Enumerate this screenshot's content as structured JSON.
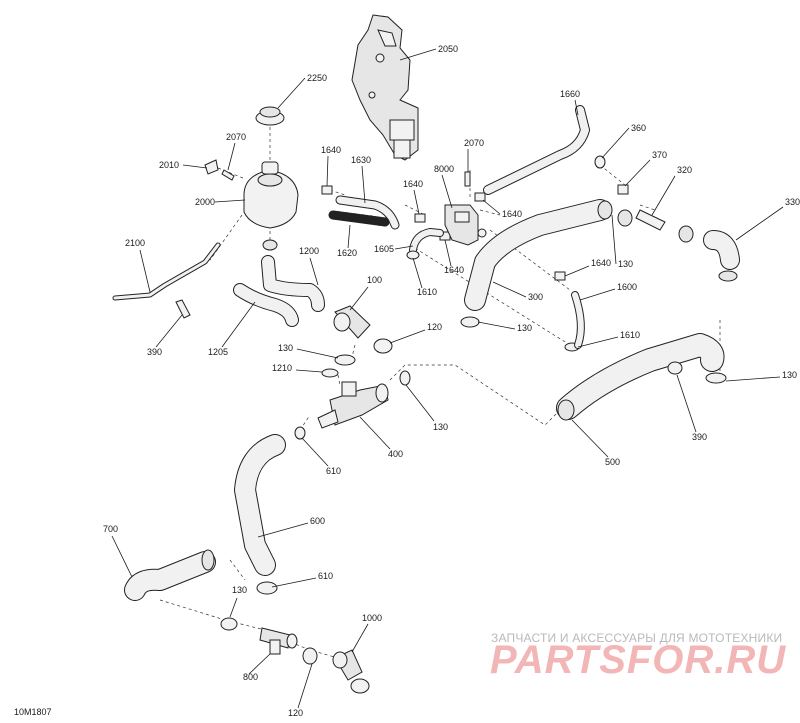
{
  "diagram_code": "10M1807",
  "watermark": {
    "caption": "ЗАПЧАСТИ И АКСЕССУАРЫ ДЛЯ МОТОТЕХНИКИ",
    "logo_text": "PARTSFOR.RU"
  },
  "callouts": [
    {
      "id": "c2050",
      "text": "2050"
    },
    {
      "id": "c2250",
      "text": "2250"
    },
    {
      "id": "c1660",
      "text": "1660"
    },
    {
      "id": "c2070a",
      "text": "2070"
    },
    {
      "id": "c360",
      "text": "360"
    },
    {
      "id": "c2010",
      "text": "2010"
    },
    {
      "id": "c1640a",
      "text": "1640"
    },
    {
      "id": "c1630",
      "text": "1630"
    },
    {
      "id": "c2070b",
      "text": "2070"
    },
    {
      "id": "c8000",
      "text": "8000"
    },
    {
      "id": "c370",
      "text": "370"
    },
    {
      "id": "c2000",
      "text": "2000"
    },
    {
      "id": "c1640b",
      "text": "1640"
    },
    {
      "id": "c1640c",
      "text": "1640"
    },
    {
      "id": "c320",
      "text": "320"
    },
    {
      "id": "c330",
      "text": "330"
    },
    {
      "id": "c1605",
      "text": "1605"
    },
    {
      "id": "c1620",
      "text": "1620"
    },
    {
      "id": "c2100",
      "text": "2100"
    },
    {
      "id": "c1200",
      "text": "1200"
    },
    {
      "id": "c1640d",
      "text": "1640"
    },
    {
      "id": "c130a",
      "text": "130"
    },
    {
      "id": "c1640e",
      "text": "1640"
    },
    {
      "id": "c1610a",
      "text": "1610"
    },
    {
      "id": "c100",
      "text": "100"
    },
    {
      "id": "c300",
      "text": "300"
    },
    {
      "id": "c1600",
      "text": "1600"
    },
    {
      "id": "c390a",
      "text": "390"
    },
    {
      "id": "c1205",
      "text": "1205"
    },
    {
      "id": "c130b",
      "text": "130"
    },
    {
      "id": "c120a",
      "text": "120"
    },
    {
      "id": "c1610b",
      "text": "1610"
    },
    {
      "id": "c130c",
      "text": "130"
    },
    {
      "id": "c1210",
      "text": "1210"
    },
    {
      "id": "c130d",
      "text": "130"
    },
    {
      "id": "c130e",
      "text": "130"
    },
    {
      "id": "c390b",
      "text": "390"
    },
    {
      "id": "c400",
      "text": "400"
    },
    {
      "id": "c500",
      "text": "500"
    },
    {
      "id": "c610a",
      "text": "610"
    },
    {
      "id": "c700",
      "text": "700"
    },
    {
      "id": "c600",
      "text": "600"
    },
    {
      "id": "c610b",
      "text": "610"
    },
    {
      "id": "c130f",
      "text": "130"
    },
    {
      "id": "c1000",
      "text": "1000"
    },
    {
      "id": "c800",
      "text": "800"
    },
    {
      "id": "c120b",
      "text": "120"
    }
  ]
}
